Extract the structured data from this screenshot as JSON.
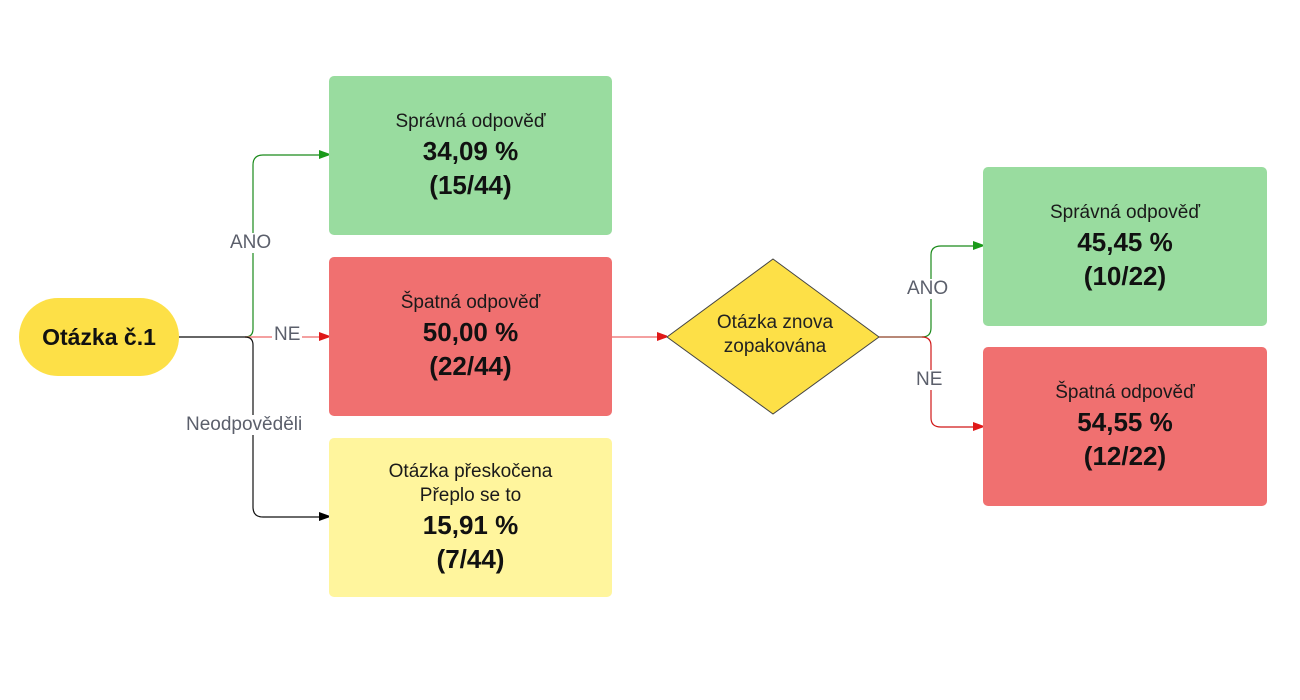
{
  "start": {
    "label": "Otázka č.1"
  },
  "edges": {
    "yes": "ANO",
    "no": "NE",
    "unanswered": "Neodpověděli",
    "yes2": "ANO",
    "no2": "NE"
  },
  "boxes": {
    "correct1": {
      "label": "Správná odpověď",
      "percent": "34,09 %",
      "count": "(15/44)",
      "color": "#99dc9f"
    },
    "wrong1": {
      "label": "Špatná odpověď",
      "percent": "50,00 %",
      "count": "(22/44)",
      "color": "#f07070"
    },
    "skipped": {
      "label1": "Otázka přeskočena",
      "label2": "Přeplo se to",
      "percent": "15,91 %",
      "count": "(7/44)",
      "color": "#fff59d"
    },
    "correct2": {
      "label": "Správná odpověď",
      "percent": "45,45 %",
      "count": "(10/22)",
      "color": "#99dc9f"
    },
    "wrong2": {
      "label": "Špatná odpověď",
      "percent": "54,55 %",
      "count": "(12/22)",
      "color": "#f07070"
    }
  },
  "decision": {
    "line1": "Otázka znova",
    "line2": "zopakována",
    "color": "#fde047"
  }
}
